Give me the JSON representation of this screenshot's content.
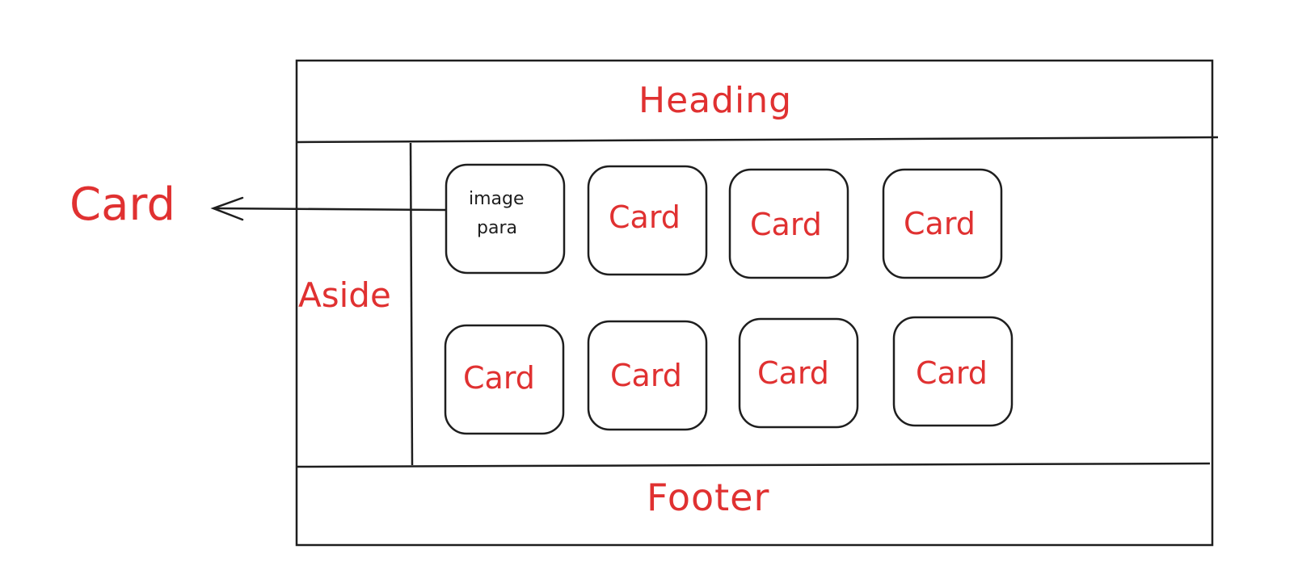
{
  "diagram": {
    "heading": "Heading",
    "footer": "Footer",
    "aside": "Aside",
    "callout": "Card",
    "first_card": {
      "line1": "image",
      "line2": "para"
    },
    "cards": [
      "Card",
      "Card",
      "Card",
      "Card",
      "Card",
      "Card",
      "Card"
    ]
  },
  "colors": {
    "accent": "#e03131",
    "stroke": "#1e1e1e"
  }
}
